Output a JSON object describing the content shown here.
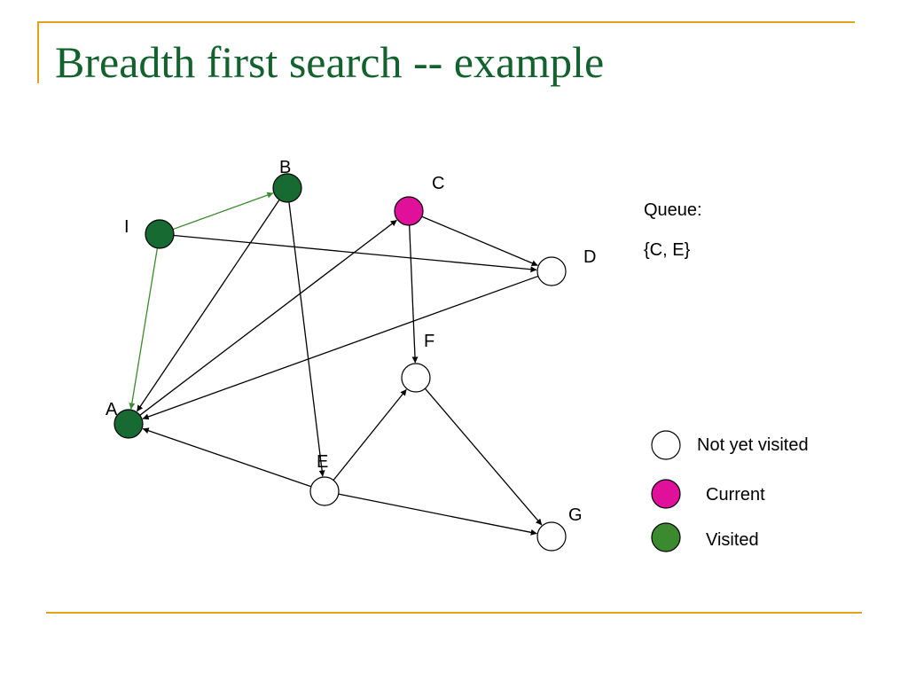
{
  "title": "Breadth first search -- example",
  "nodes": [
    {
      "id": "I",
      "label": "I",
      "state": "visited"
    },
    {
      "id": "B",
      "label": "B",
      "state": "visited"
    },
    {
      "id": "C",
      "label": "C",
      "state": "current"
    },
    {
      "id": "D",
      "label": "D",
      "state": "not_visited"
    },
    {
      "id": "F",
      "label": "F",
      "state": "not_visited"
    },
    {
      "id": "A",
      "label": "A",
      "state": "visited"
    },
    {
      "id": "E",
      "label": "E",
      "state": "not_visited"
    },
    {
      "id": "G",
      "label": "G",
      "state": "not_visited"
    }
  ],
  "edges": [
    {
      "from": "I",
      "to": "B",
      "traversed": true
    },
    {
      "from": "I",
      "to": "A",
      "traversed": true
    },
    {
      "from": "I",
      "to": "D",
      "traversed": false
    },
    {
      "from": "B",
      "to": "A",
      "traversed": false
    },
    {
      "from": "B",
      "to": "E",
      "traversed": false
    },
    {
      "from": "A",
      "to": "C",
      "traversed": false
    },
    {
      "from": "D",
      "to": "A",
      "traversed": false
    },
    {
      "from": "C",
      "to": "D",
      "traversed": false
    },
    {
      "from": "C",
      "to": "F",
      "traversed": false
    },
    {
      "from": "E",
      "to": "A",
      "traversed": false
    },
    {
      "from": "E",
      "to": "F",
      "traversed": false
    },
    {
      "from": "E",
      "to": "G",
      "traversed": false
    },
    {
      "from": "F",
      "to": "G",
      "traversed": false
    }
  ],
  "queue": {
    "label": "Queue:",
    "value": "{C, E}"
  },
  "legend": [
    {
      "state": "not_visited",
      "label": "Not yet visited"
    },
    {
      "state": "current",
      "label": "Current"
    },
    {
      "state": "visited",
      "label": "Visited"
    }
  ],
  "colors": {
    "not_visited": "#ffffff",
    "current": "#e0109a",
    "visited": "#176b32",
    "legend_visited": "#3c8a2f",
    "traversed_edge": "#3c8a2f",
    "edge": "#000000",
    "title": "#13622e",
    "rule": "#e0a31a"
  }
}
